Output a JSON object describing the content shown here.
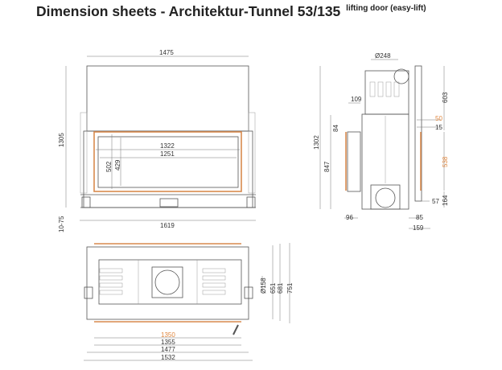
{
  "header": {
    "title": "Dimension sheets - Architektur-Tunnel 53/135",
    "subtitle": "lifting door (easy-lift)"
  },
  "colors": {
    "accent_orange": "#e0873f",
    "line": "#555555"
  },
  "front_view": {
    "width_top": "1475",
    "width_base": "1619",
    "height": "1305",
    "foot_adjust": "10-75",
    "glass_width": "1322",
    "viewing_width": "1251",
    "glass_height": "502",
    "viewing_height": "429"
  },
  "side_view": {
    "flue_diameter": "Ø248",
    "height_total": "1302",
    "height_body": "847",
    "depth_top": "109",
    "depth_84": "84",
    "dim_603": "603",
    "dim_50": "50",
    "dim_15": "15",
    "dim_538": "538",
    "dim_164": "164",
    "dim_57": "57",
    "dim_96": "96",
    "dim_85": "85",
    "dim_159": "159"
  },
  "plan_view": {
    "w1350": "1350",
    "w1355": "1355",
    "w1477": "1477",
    "w1532": "1532",
    "air_diameter": "Ø158",
    "d651": "651",
    "d681": "681",
    "d751": "751"
  }
}
